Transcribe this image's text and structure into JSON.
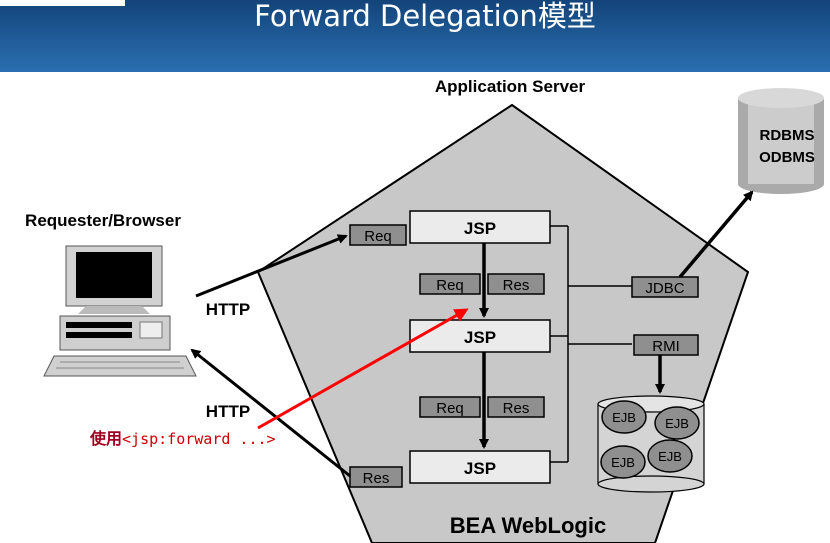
{
  "slide": {
    "title": "Forward Delegation模型"
  },
  "diagram": {
    "server_label": "Application Server",
    "platform_label": "BEA WebLogic",
    "client_label": "Requester/Browser",
    "http_top": "HTTP",
    "http_bottom": "HTTP",
    "jsp_top": "JSP",
    "jsp_mid": "JSP",
    "jsp_bottom": "JSP",
    "req_in": "Req",
    "req_1": "Req",
    "res_1": "Res",
    "req_2": "Req",
    "res_2": "Res",
    "res_out": "Res",
    "jdbc": "JDBC",
    "rmi": "RMI",
    "db_line1": "RDBMS",
    "db_line2": "ODBMS",
    "ejb_1": "EJB",
    "ejb_2": "EJB",
    "ejb_3": "EJB",
    "ejb_4": "EJB",
    "annotation_prefix": "使用",
    "annotation_code": "<jsp:forward ...>"
  },
  "colors": {
    "header_bg": "#1c5a9a",
    "diagram_bg": "#ffffff",
    "pentagon_fill": "#c8c8c8",
    "box_fill": "#ebebeb",
    "tag_fill": "#8f8f8f",
    "arrow_red": "#ff0000",
    "annotation_text": "#a00020"
  }
}
